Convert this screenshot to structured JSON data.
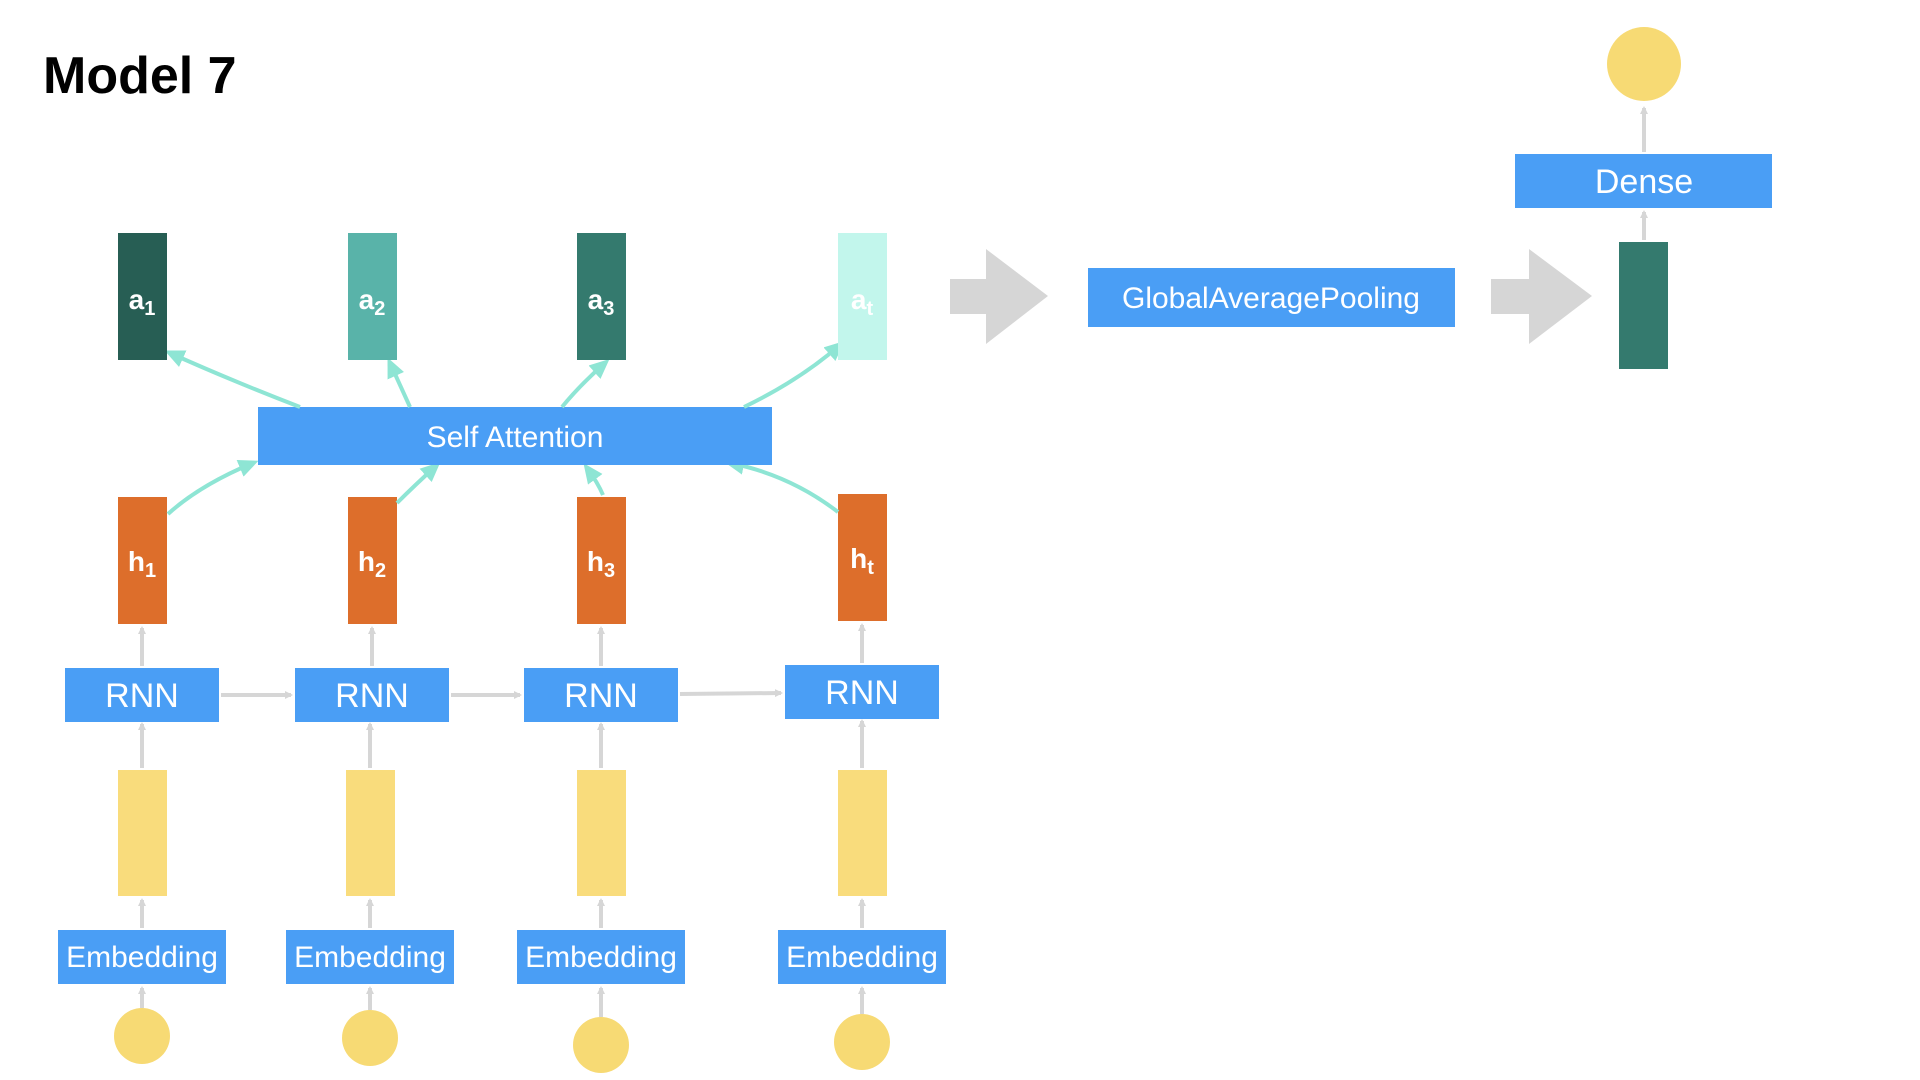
{
  "title": "Model 7",
  "inputs": [
    {
      "embedding_label": "Embedding",
      "rnn_label": "RNN",
      "hidden": {
        "base": "h",
        "sub": "1"
      },
      "attended": {
        "base": "a",
        "sub": "1"
      }
    },
    {
      "embedding_label": "Embedding",
      "rnn_label": "RNN",
      "hidden": {
        "base": "h",
        "sub": "2"
      },
      "attended": {
        "base": "a",
        "sub": "2"
      }
    },
    {
      "embedding_label": "Embedding",
      "rnn_label": "RNN",
      "hidden": {
        "base": "h",
        "sub": "3"
      },
      "attended": {
        "base": "a",
        "sub": "3"
      }
    },
    {
      "embedding_label": "Embedding",
      "rnn_label": "RNN",
      "hidden": {
        "base": "h",
        "sub": "t"
      },
      "attended": {
        "base": "a",
        "sub": "t"
      }
    }
  ],
  "attention_label": "Self Attention",
  "pooling_label": "GlobalAveragePooling",
  "dense_label": "Dense",
  "colors": {
    "blue": "#4A9EF5",
    "orange": "#DD6E2B",
    "yellow_embed": "#F9DC7C",
    "yellow_node": "#F7DA74",
    "teal_arrow": "#8EE5D4",
    "gray_arrow": "#D6D6D6",
    "a_colors": [
      "#275E54",
      "#59B3A9",
      "#347A6E",
      "#C2F6EC"
    ],
    "pooled": "#347A6E"
  }
}
